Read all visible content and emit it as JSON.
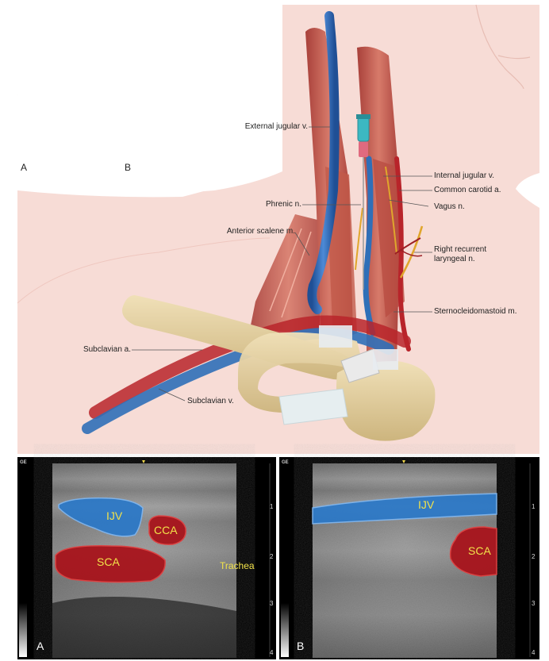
{
  "illustration": {
    "inset_labels": [
      "A",
      "B"
    ],
    "anatomy_labels": {
      "external_jugular": "External jugular v.",
      "internal_jugular": "Internal jugular v.",
      "common_carotid": "Common carotid a.",
      "phrenic": "Phrenic n.",
      "vagus": "Vagus n.",
      "anterior_scalene": "Anterior scalene m.",
      "recurrent_laryngeal_line1": "Right recurrent",
      "recurrent_laryngeal_line2": "laryngeal n.",
      "sternocleidomastoid": "Sternocleidomastoid m.",
      "subclavian_artery": "Subclavian a.",
      "subclavian_vein": "Subclavian v."
    }
  },
  "ultrasound": {
    "panel_a": {
      "letter": "A",
      "structures": [
        "IJV",
        "CCA",
        "SCA",
        "Trachea"
      ],
      "depth_ticks": [
        "1",
        "2",
        "3",
        "4"
      ],
      "logo": "GE"
    },
    "panel_b": {
      "letter": "B",
      "structures": [
        "IJV",
        "SCA"
      ],
      "depth_ticks": [
        "1",
        "2",
        "3",
        "4"
      ],
      "logo": "GE"
    }
  },
  "colors": {
    "skin": "#f6d6d0",
    "vein": "#2f6fb8",
    "artery": "#b8242a",
    "nerve": "#e0a62c",
    "bone": "#e6d2a4",
    "muscle": "#c8584a",
    "us_vein_fill": "#2a78c8",
    "us_artery_fill": "#a8141c",
    "us_label": "#f2e24a"
  }
}
